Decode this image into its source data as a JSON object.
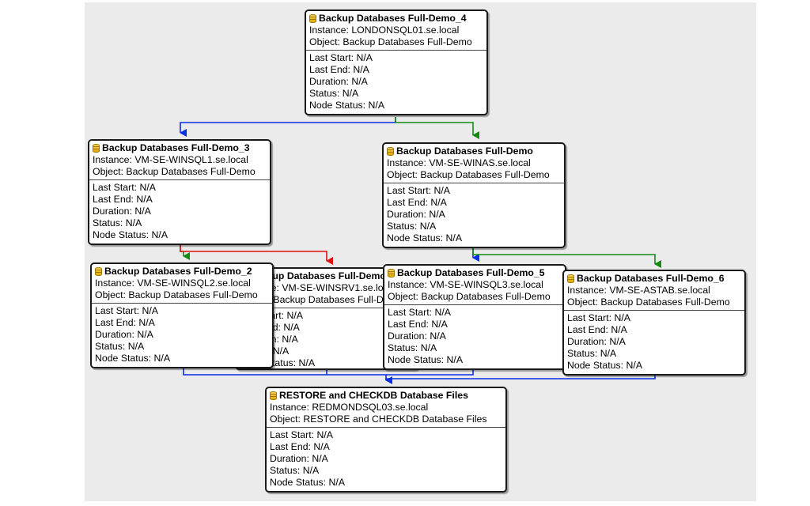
{
  "colors": {
    "blue_edge": "#0a2ee6",
    "green_edge": "#138a12",
    "red_edge": "#e01010"
  },
  "labels": {
    "instance": "Instance: ",
    "object": "Object: ",
    "last_start": "Last Start: ",
    "last_end": "Last End: ",
    "duration": "Duration: ",
    "status": "Status: ",
    "node_status": "Node Status: "
  },
  "nodes": {
    "demo4": {
      "title": "Backup Databases Full-Demo_4",
      "instance": "LONDONSQL01.se.local",
      "object": "Backup Databases Full-Demo",
      "last_start": "N/A",
      "last_end": "N/A",
      "duration": "N/A",
      "status": "N/A",
      "node_status": "N/A"
    },
    "demo3": {
      "title": "Backup Databases Full-Demo_3",
      "instance": "VM-SE-WINSQL1.se.local",
      "object": "Backup Databases Full-Demo",
      "last_start": "N/A",
      "last_end": "N/A",
      "duration": "N/A",
      "status": "N/A",
      "node_status": "N/A"
    },
    "demo": {
      "title": "Backup Databases Full-Demo",
      "instance": "VM-SE-WINAS.se.local",
      "object": "Backup Databases Full-Demo",
      "last_start": "N/A",
      "last_end": "N/A",
      "duration": "N/A",
      "status": "N/A",
      "node_status": "N/A"
    },
    "demo_srv": {
      "title": "Backup Databases Full-Demo",
      "instance": "VM-SE-WINSRV1.se.local",
      "object": "Backup Databases Full-Demo",
      "last_start": "N/A",
      "last_end": "N/A",
      "duration": "N/A",
      "status": "N/A",
      "node_status": "N/A"
    },
    "demo2": {
      "title": "Backup Databases Full-Demo_2",
      "instance": "VM-SE-WINSQL2.se.local",
      "object": "Backup Databases Full-Demo",
      "last_start": "N/A",
      "last_end": "N/A",
      "duration": "N/A",
      "status": "N/A",
      "node_status": "N/A"
    },
    "demo5": {
      "title": "Backup Databases Full-Demo_5",
      "instance": "VM-SE-WINSQL3.se.local",
      "object": "Backup Databases Full-Demo",
      "last_start": "N/A",
      "last_end": "N/A",
      "duration": "N/A",
      "status": "N/A",
      "node_status": "N/A"
    },
    "demo6": {
      "title": "Backup Databases Full-Demo_6",
      "instance": "VM-SE-ASTAB.se.local",
      "object": "Backup Databases Full-Demo",
      "last_start": "N/A",
      "last_end": "N/A",
      "duration": "N/A",
      "status": "N/A",
      "node_status": "N/A"
    },
    "restore": {
      "title": "RESTORE and CHECKDB Database Files",
      "instance": "REDMONDSQL03.se.local",
      "object": "RESTORE and CHECKDB Database Files",
      "last_start": "N/A",
      "last_end": "N/A",
      "duration": "N/A",
      "status": "N/A",
      "node_status": "N/A"
    }
  }
}
